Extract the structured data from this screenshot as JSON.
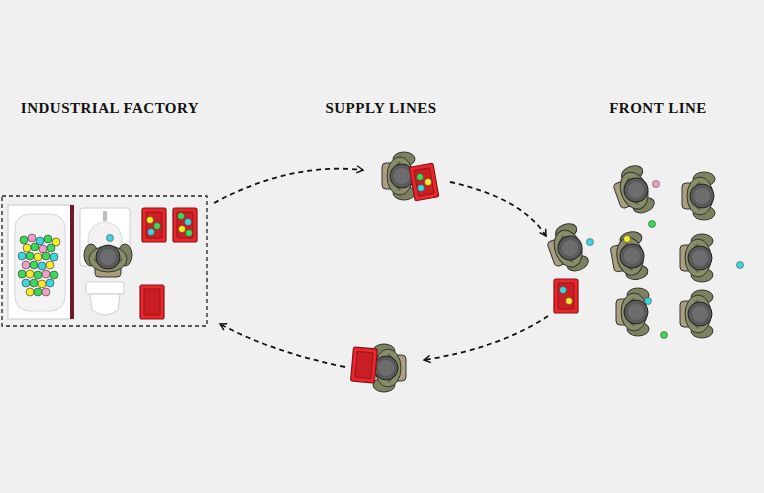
{
  "diagram": {
    "labels": [
      "INDUSTRIAL FACTORY",
      "SUPPLY LINES",
      "FRONT LINE"
    ]
  }
}
